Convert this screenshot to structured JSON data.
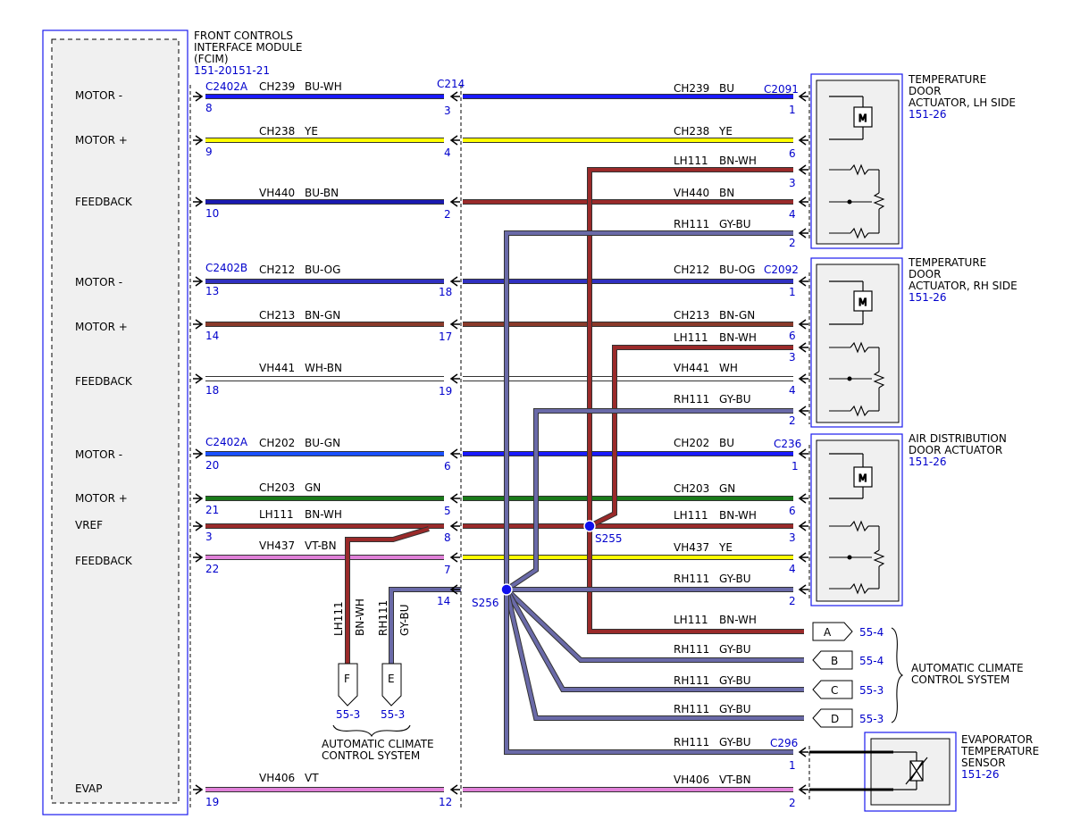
{
  "fcim": {
    "title": [
      "FRONT CONTROLS",
      "INTERFACE MODULE",
      "(FCIM)"
    ],
    "ref": "151-20151-21",
    "pins": [
      "MOTOR -",
      "MOTOR +",
      "FEEDBACK",
      "MOTOR -",
      "MOTOR +",
      "FEEDBACK",
      "MOTOR -",
      "MOTOR +",
      "VREF",
      "FEEDBACK",
      "EVAP"
    ]
  },
  "connectors": {
    "c2402a_top": "C2402A",
    "c2402b": "C2402B",
    "c2402a_bottom": "C2402A",
    "c214": "C214",
    "c2091": "C2091",
    "c2092": "C2092",
    "c236": "C236",
    "c296": "C296"
  },
  "wires_left": [
    {
      "circuit": "CH239",
      "color": "BU-WH",
      "pin_l": "8",
      "pin_r": "3"
    },
    {
      "circuit": "CH238",
      "color": "YE",
      "pin_l": "9",
      "pin_r": "4"
    },
    {
      "circuit": "VH440",
      "color": "BU-BN",
      "pin_l": "10",
      "pin_r": "2"
    },
    {
      "circuit": "CH212",
      "color": "BU-OG",
      "pin_l": "13",
      "pin_r": "18"
    },
    {
      "circuit": "CH213",
      "color": "BN-GN",
      "pin_l": "14",
      "pin_r": "17"
    },
    {
      "circuit": "VH441",
      "color": "WH-BN",
      "pin_l": "18",
      "pin_r": "19"
    },
    {
      "circuit": "CH202",
      "color": "BU-GN",
      "pin_l": "20",
      "pin_r": "6"
    },
    {
      "circuit": "CH203",
      "color": "GN",
      "pin_l": "21",
      "pin_r": "5"
    },
    {
      "circuit": "LH111",
      "color": "BN-WH",
      "pin_l": "3",
      "pin_r": "8"
    },
    {
      "circuit": "VH437",
      "color": "VT-BN",
      "pin_l": "22",
      "pin_r": "7"
    },
    {
      "circuit": "VH406",
      "color": "VT",
      "pin_l": "19",
      "pin_r": "12"
    }
  ],
  "c214_pin14": "14",
  "wires_right": [
    {
      "circuit": "CH239",
      "color": "BU",
      "pin": "1"
    },
    {
      "circuit": "CH238",
      "color": "YE",
      "pin": "6"
    },
    {
      "circuit": "LH111",
      "color": "BN-WH",
      "pin": "3"
    },
    {
      "circuit": "VH440",
      "color": "BN",
      "pin": "4"
    },
    {
      "circuit": "RH111",
      "color": "GY-BU",
      "pin": "2"
    },
    {
      "circuit": "CH212",
      "color": "BU-OG",
      "pin": "1"
    },
    {
      "circuit": "CH213",
      "color": "BN-GN",
      "pin": "6"
    },
    {
      "circuit": "LH111",
      "color": "BN-WH",
      "pin": "3"
    },
    {
      "circuit": "VH441",
      "color": "WH",
      "pin": "4"
    },
    {
      "circuit": "RH111",
      "color": "GY-BU",
      "pin": "2"
    },
    {
      "circuit": "CH202",
      "color": "BU",
      "pin": "1"
    },
    {
      "circuit": "CH203",
      "color": "GN",
      "pin": "6"
    },
    {
      "circuit": "LH111",
      "color": "BN-WH",
      "pin": "3"
    },
    {
      "circuit": "VH437",
      "color": "YE",
      "pin": "4"
    },
    {
      "circuit": "RH111",
      "color": "GY-BU",
      "pin": "2"
    },
    {
      "circuit": "LH111",
      "color": "BN-WH",
      "pin": ""
    },
    {
      "circuit": "RH111",
      "color": "GY-BU",
      "pin": ""
    },
    {
      "circuit": "RH111",
      "color": "GY-BU",
      "pin": ""
    },
    {
      "circuit": "RH111",
      "color": "GY-BU",
      "pin": ""
    },
    {
      "circuit": "RH111",
      "color": "GY-BU",
      "pin": "1"
    },
    {
      "circuit": "VH406",
      "color": "VT-BN",
      "pin": "2"
    }
  ],
  "splices": {
    "s255": "S255",
    "s256": "S256"
  },
  "components": {
    "lh": {
      "title": [
        "TEMPERATURE",
        "DOOR",
        "ACTUATOR, LH SIDE"
      ],
      "ref": "151-26"
    },
    "rh": {
      "title": [
        "TEMPERATURE",
        "DOOR",
        "ACTUATOR, RH SIDE"
      ],
      "ref": "151-26"
    },
    "air": {
      "title": [
        "AIR DISTRIBUTION",
        "DOOR ACTUATOR"
      ],
      "ref": "151-26"
    },
    "evap": {
      "title": [
        "EVAPORATOR",
        "TEMPERATURE",
        "SENSOR"
      ],
      "ref": "151-26"
    }
  },
  "offpage": [
    {
      "letter": "A",
      "ref": "55-4"
    },
    {
      "letter": "B",
      "ref": "55-4"
    },
    {
      "letter": "C",
      "ref": "55-3"
    },
    {
      "letter": "D",
      "ref": "55-3"
    }
  ],
  "acc_right": [
    "AUTOMATIC CLIMATE",
    "CONTROL SYSTEM"
  ],
  "lower_connectors": [
    {
      "circuit": "LH111",
      "color": "BN-WH",
      "letter": "F",
      "ref": "55-3"
    },
    {
      "circuit": "RH111",
      "color": "GY-BU",
      "letter": "E",
      "ref": "55-3"
    }
  ],
  "acc_bottom": [
    "AUTOMATIC CLIMATE",
    "CONTROL SYSTEM"
  ],
  "wire_colors": {
    "BU": "#1a1aff",
    "BU-WH": "#1a1aff",
    "YE": "#ffff00",
    "BU-BN": "#1a1ab0",
    "BN": "#9a2a2a",
    "BN-WH": "#9a2a2a",
    "GY-BU": "#6a6aa8",
    "BU-OG": "#3030c0",
    "BN-GN": "#8a3a2a",
    "WH": "#ffffff",
    "WH-BN": "#ffffff",
    "BU-GN": "#1a50ff",
    "GN": "#1a7a1a",
    "VT-BN": "#e080d8",
    "VT": "#e080d8"
  }
}
